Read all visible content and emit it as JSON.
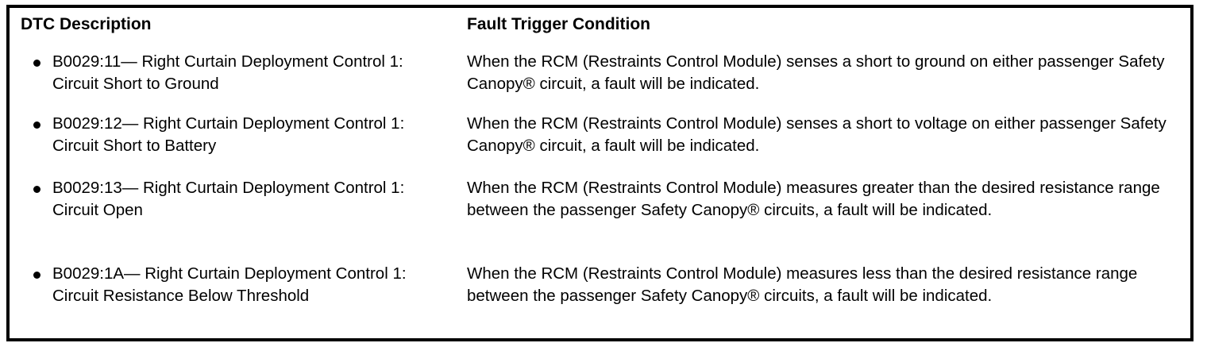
{
  "document": {
    "type": "diagnostic-trouble-code-table",
    "background_color": "#ffffff",
    "text_color": "#000000",
    "border_color": "#000000"
  },
  "table": {
    "columns": [
      {
        "key": "dtc",
        "header": "DTC Description"
      },
      {
        "key": "condition",
        "header": "Fault Trigger Condition"
      }
    ],
    "bullet_glyph": "filled-round-bullet",
    "rows": [
      {
        "dtc": "B0029:11— Right Curtain Deployment Control 1: Circuit Short to Ground",
        "condition": "When the RCM (Restraints Control Module) senses a short to ground on either passenger Safety Canopy® circuit, a fault will be indicated."
      },
      {
        "dtc": "B0029:12— Right Curtain Deployment Control 1: Circuit Short to Battery",
        "condition": "When the RCM (Restraints Control Module) senses a short to voltage on either passenger Safety Canopy® circuit, a fault will be indicated."
      },
      {
        "dtc": "B0029:13— Right Curtain Deployment Control 1: Circuit Open",
        "condition": "When the RCM (Restraints Control Module) measures greater than the desired resistance range between the passenger Safety Canopy® circuits, a fault will be indicated."
      },
      {
        "dtc": "B0029:1A— Right Curtain Deployment Control 1: Circuit Resistance Below Threshold",
        "condition": "When the RCM (Restraints Control Module) measures less than the desired resistance range between the passenger Safety Canopy® circuits, a fault will be indicated."
      }
    ]
  }
}
